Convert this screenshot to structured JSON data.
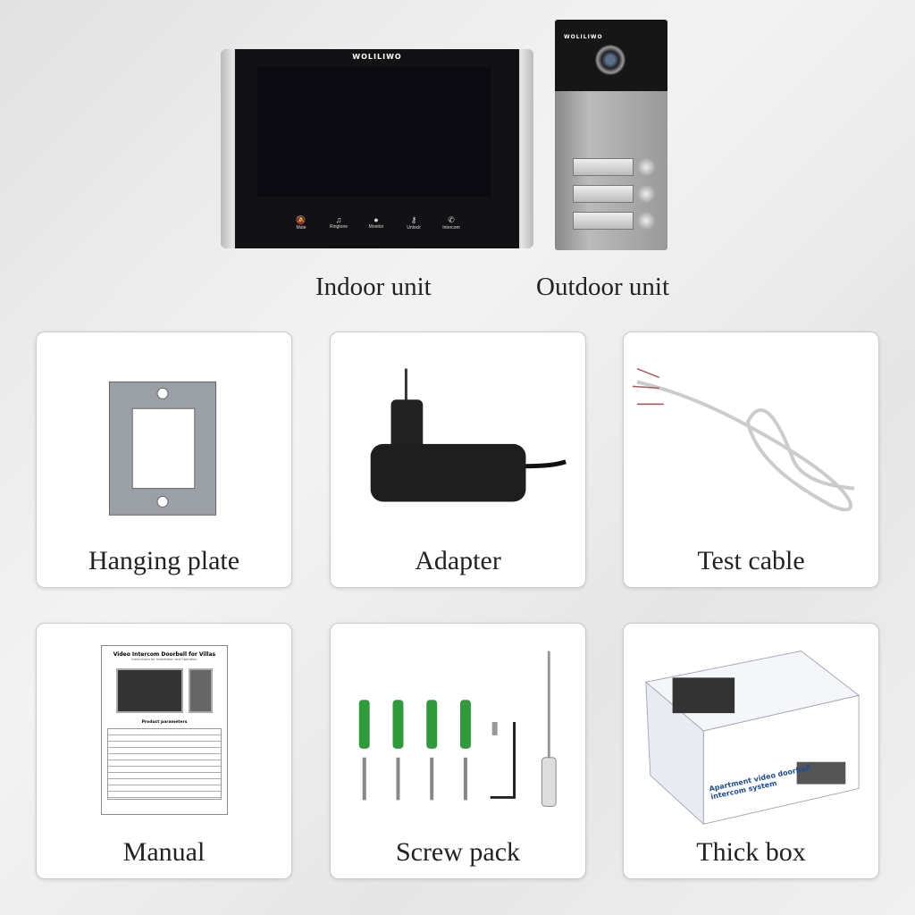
{
  "indoor_unit": {
    "brand": "WOLILIWO",
    "buttons": [
      {
        "label": "Mute",
        "icon": "bell-mute-icon"
      },
      {
        "label": "Ringtone",
        "icon": "music-note-icon"
      },
      {
        "label": "Monitor",
        "icon": "person-icon"
      },
      {
        "label": "Unlock",
        "icon": "key-icon"
      },
      {
        "label": "Intercom",
        "icon": "phone-icon"
      }
    ],
    "caption": "Indoor unit"
  },
  "outdoor_unit": {
    "brand": "WOLILIWO",
    "caption": "Outdoor unit"
  },
  "items": [
    {
      "label": "Hanging plate"
    },
    {
      "label": "Adapter"
    },
    {
      "label": "Test cable"
    },
    {
      "label": "Manual"
    },
    {
      "label": "Screw pack"
    },
    {
      "label": "Thick box"
    }
  ],
  "manual": {
    "title": "Video Intercom Doorbell for Villas",
    "subtitle": "Instructions for Installation and Operation",
    "table_title": "Product parameters"
  },
  "box": {
    "text": "Apartment video doorbell intercom system"
  }
}
